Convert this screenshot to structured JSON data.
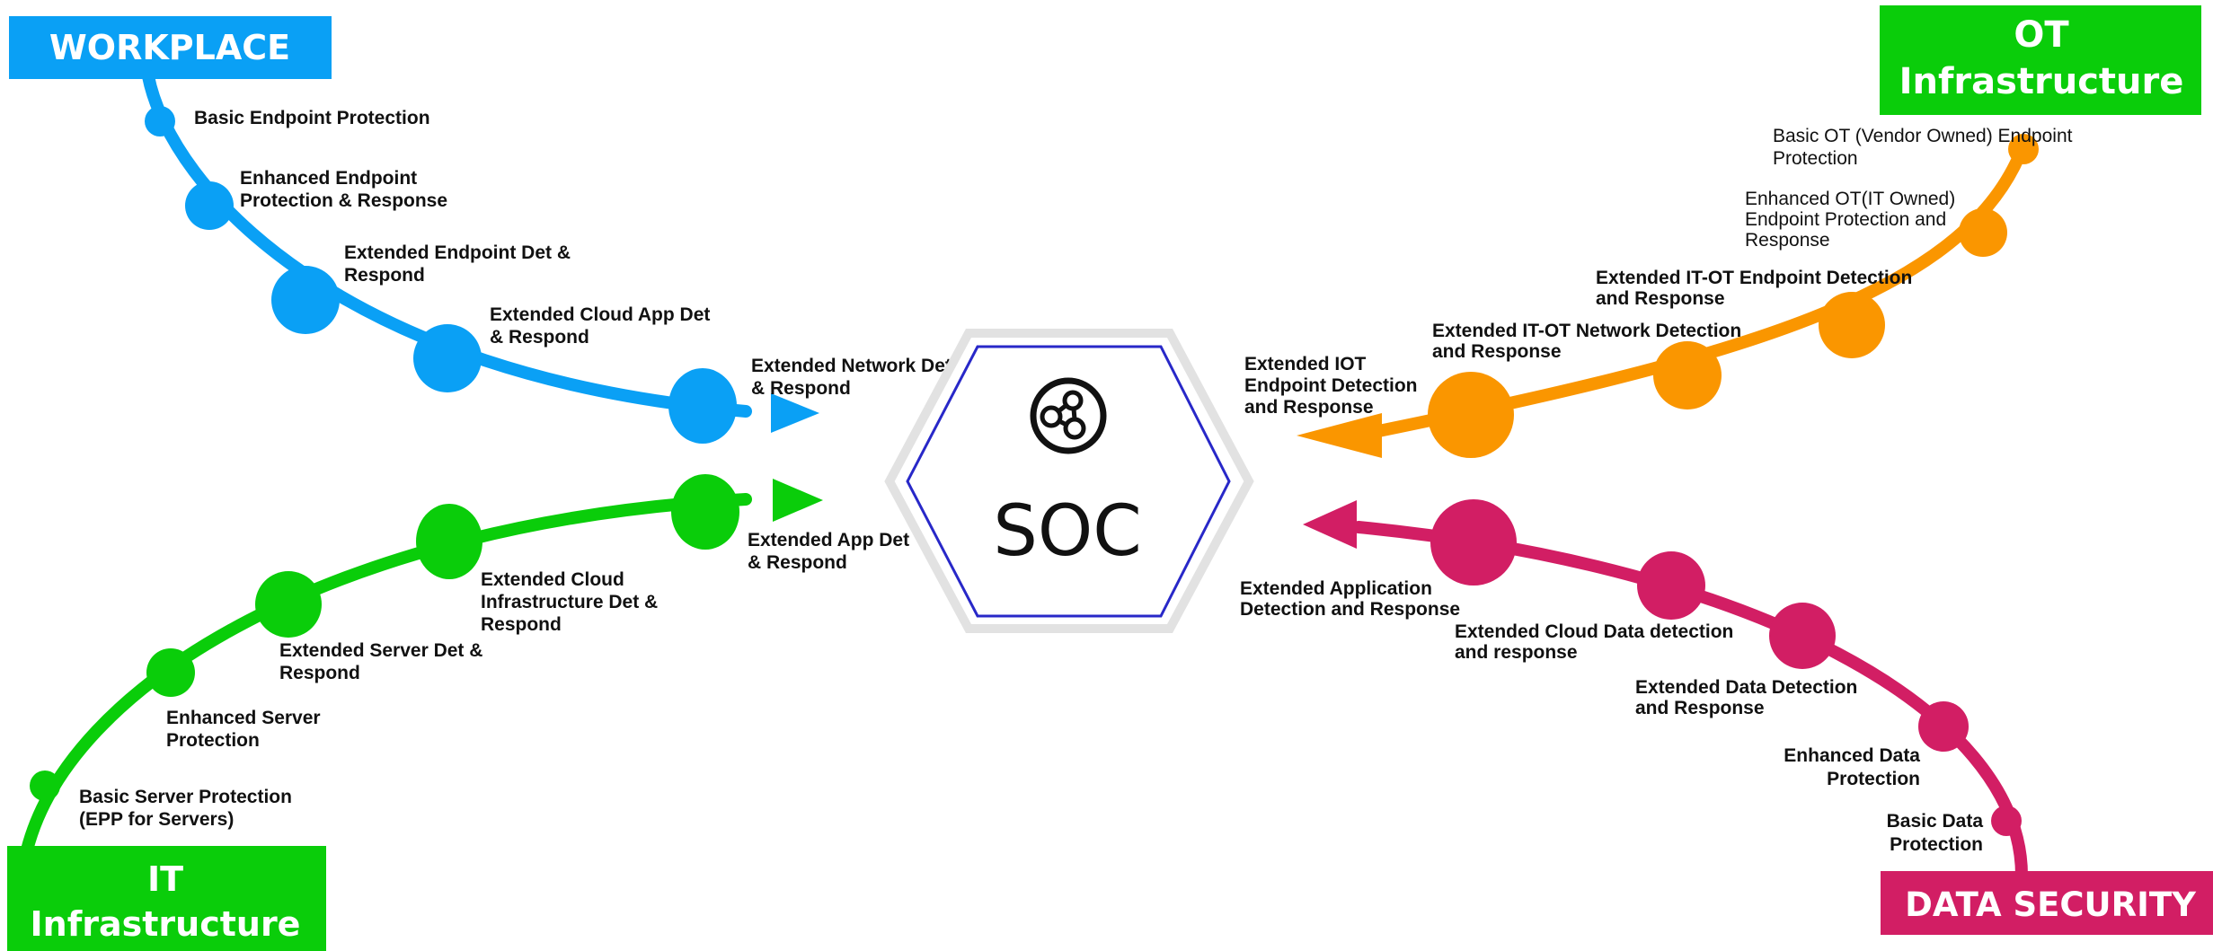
{
  "center": {
    "label": "SOC",
    "icon": "network-share-icon"
  },
  "colors": {
    "workplace": "#0aa0f5",
    "it_infrastructure": "#0acd0a",
    "ot_infrastructure": "#fa9600",
    "data_security": "#d21e64",
    "hex_border": "#2828c8"
  },
  "workplace": {
    "title": "WORKPLACE",
    "stages": [
      "Basic Endpoint Protection",
      "Enhanced Endpoint Protection & Response",
      "Extended Endpoint Det & Respond",
      "Extended Cloud App Det & Respond",
      "Extended Network Det & Respond"
    ]
  },
  "it_infrastructure": {
    "title_line1": "IT",
    "title_line2": "Infrastructure",
    "stages": [
      "Basic Server Protection (EPP for Servers)",
      "Enhanced Server Protection",
      "Extended Server Det & Respond",
      "Extended Cloud Infrastructure Det & Respond",
      "Extended App Det & Respond"
    ]
  },
  "ot_infrastructure": {
    "title_line1": "OT",
    "title_line2": "Infrastructure",
    "stages": [
      "Basic OT (Vendor Owned) Endpoint Protection",
      "Enhanced OT(IT Owned) Endpoint Protection and Response",
      "Extended IT-OT Endpoint Detection and Response",
      "Extended IT-OT Network Detection and Response",
      "Extended IOT Endpoint Detection and Response"
    ]
  },
  "data_security": {
    "title": "DATA SECURITY",
    "stages": [
      "Basic Data Protection",
      "Enhanced Data Protection",
      "Extended Data Detection and Response",
      "Extended Cloud Data detection and response",
      "Extended Application Detection and Response"
    ]
  }
}
